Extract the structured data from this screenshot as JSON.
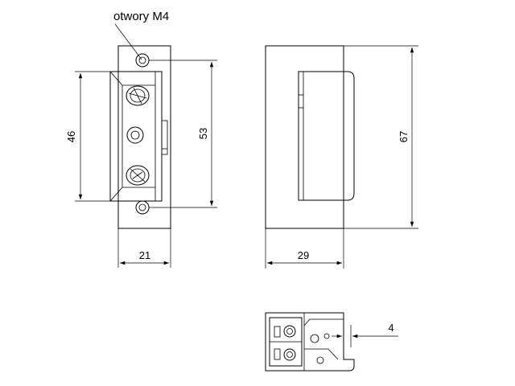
{
  "annotation": {
    "holes_label": "otwory M4"
  },
  "front_view": {
    "dim_left": "46",
    "dim_right": "53",
    "dim_bottom": "21"
  },
  "side_view": {
    "dim_right": "67",
    "dim_bottom": "29"
  },
  "bottom_view": {
    "dim_offset": "4"
  }
}
